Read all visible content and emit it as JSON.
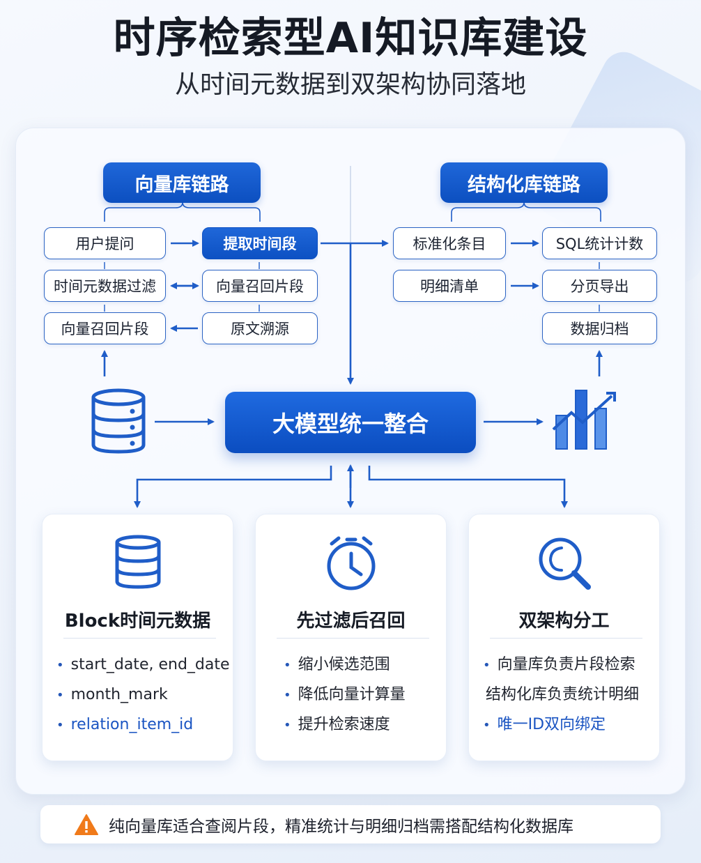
{
  "title": "时序检索型AI知识库建设",
  "subtitle": "从时间元数据到双架构协同落地",
  "vector_chain": {
    "header": "向量库链路",
    "nodes": [
      "用户提问",
      "提取时间段",
      "时间元数据过滤",
      "向量召回片段",
      "向量召回片段",
      "原文溯源"
    ]
  },
  "structured_chain": {
    "header": "结构化库链路",
    "nodes": [
      "标准化条目",
      "SQL统计计数",
      "明细清单",
      "分页导出",
      "数据归档"
    ]
  },
  "central": "大模型统一整合",
  "cards": [
    {
      "icon": "database-icon",
      "title": "Block时间元数据",
      "items": [
        "start_date, end_date",
        "month_mark",
        "relation_item_id"
      ]
    },
    {
      "icon": "clock-icon",
      "title": "先过滤后召回",
      "items": [
        "缩小候选范围",
        "降低向量计算量",
        "提升检索速度"
      ]
    },
    {
      "icon": "search-magnifier-icon",
      "title": "双架构分工",
      "items": [
        "向量库负责片段检索",
        "结构化库负责统计明细",
        "唯一ID双向绑定"
      ]
    }
  ],
  "footer": "纯向量库适合查阅片段，精准统计与明细归档需搭配结构化数据库",
  "colors": {
    "primary": "#0d51c3",
    "accent": "#1a54c2",
    "warning": "#f07a1a"
  }
}
